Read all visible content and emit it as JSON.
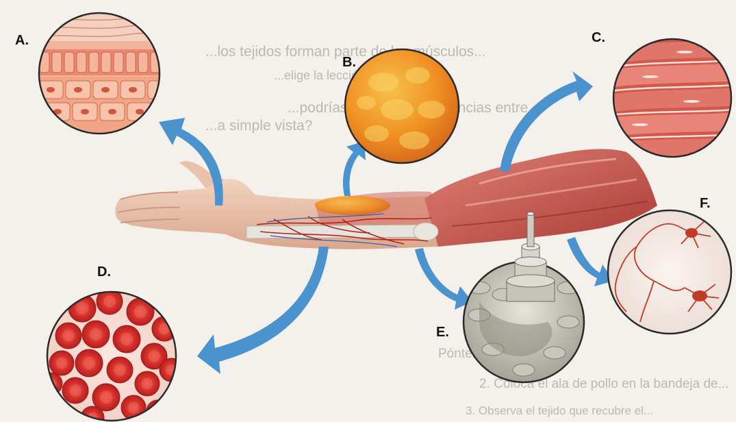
{
  "labels": {
    "a": "A.",
    "b": "B.",
    "c": "C.",
    "d": "D.",
    "e": "E.",
    "f": "F."
  },
  "background_text": {
    "line1": "...los tejidos forman parte de los músculos...",
    "line2": "...elige la lección",
    "line3": "...podrías establecer diferencias entre...",
    "line4": "...a simple vista?",
    "line5": "Póntelos los guantes",
    "line6": "2. Coloca el ala de pollo en la bandeja de...",
    "line7": "3. Observa el tejido que recubre el..."
  },
  "colors": {
    "arrow": "#4a93cf",
    "skin": "#e8bfa6",
    "muscle": "#c9574d",
    "bone": "#e4e2dc",
    "blood_cell": "#d8322e",
    "fat": "#f0a02a",
    "neuron": "#c23b25"
  },
  "icons": {
    "a": "epithelial-tissue-icon",
    "b": "adipose-tissue-icon",
    "c": "muscle-tissue-icon",
    "d": "blood-tissue-icon",
    "e": "bone-tissue-icon",
    "f": "nervous-tissue-icon"
  }
}
